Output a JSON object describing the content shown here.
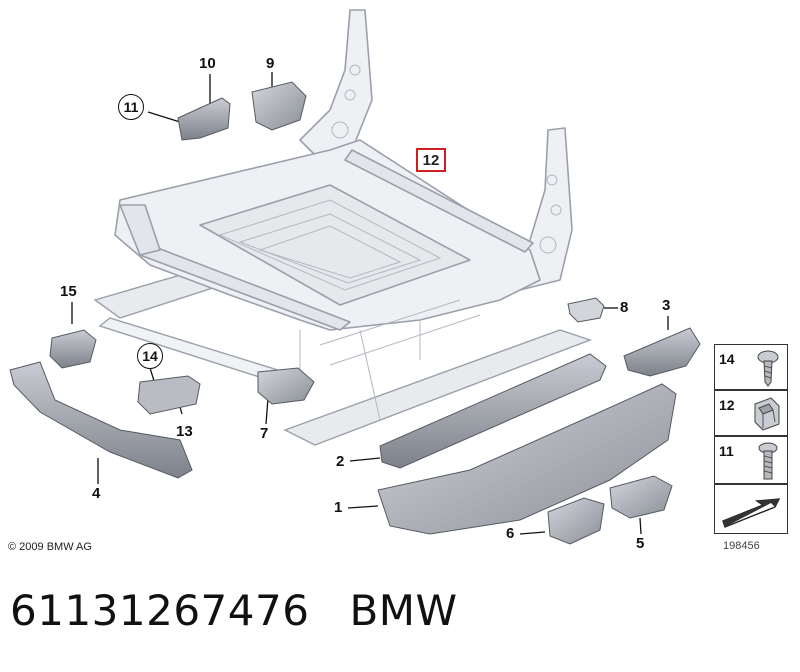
{
  "callouts": {
    "c1": "1",
    "c2": "2",
    "c3": "3",
    "c4": "4",
    "c5": "5",
    "c6": "6",
    "c7": "7",
    "c8": "8",
    "c9": "9",
    "c10": "10",
    "c11": "11",
    "c12": "12",
    "c13": "13",
    "c14": "14",
    "c15": "15"
  },
  "legend": {
    "items": [
      {
        "number": "14",
        "icon": "screw-icon"
      },
      {
        "number": "12",
        "icon": "clip-nut-icon"
      },
      {
        "number": "11",
        "icon": "bolt-icon"
      }
    ],
    "last_icon": "arrow-in-box-icon"
  },
  "footer": {
    "copyright": "© 2009 BMW AG",
    "drawing_number": "198456"
  },
  "caption": {
    "part_number": "61131267476",
    "brand": "BMW"
  },
  "colors": {
    "frame_line": "#9aa0ab",
    "frame_fill": "#eef0f4",
    "trim_fill": "#a9adb4",
    "trim_dark": "#6f737b",
    "highlight_box": "#d11d1d"
  }
}
